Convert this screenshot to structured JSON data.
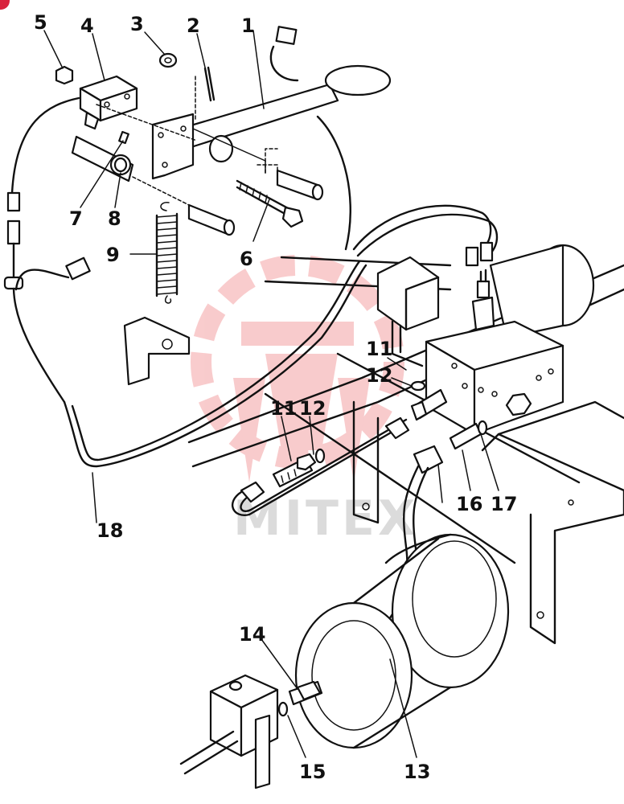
{
  "watermark": {
    "text": "MITEX"
  },
  "callouts": {
    "c1": "1",
    "c2": "2",
    "c3": "3",
    "c4": "4",
    "c5": "5",
    "c6": "6",
    "c7": "7",
    "c8": "8",
    "c9": "9",
    "c11a": "11",
    "c12a": "12",
    "c11b": "11",
    "c12b": "12",
    "c13": "13",
    "c14": "14",
    "c15": "15",
    "c16": "16",
    "c17": "17",
    "c18": "18"
  },
  "colors": {
    "line": "#111111",
    "watermark_logo": "#e8474c",
    "badge": "#d9223c"
  }
}
